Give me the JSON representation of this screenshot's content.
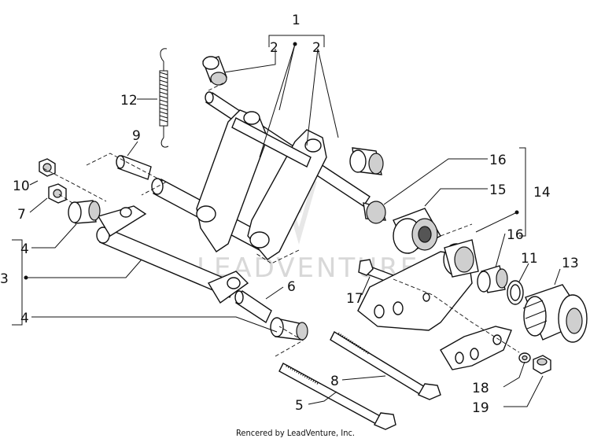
{
  "watermark": "LEADVENTURE",
  "credit": "Rencered by LeadVenture, Inc.",
  "callouts": {
    "c1": "1",
    "c2a": "2",
    "c2b": "2",
    "c3": "3",
    "c4a": "4",
    "c4b": "4",
    "c5": "5",
    "c6": "6",
    "c7": "7",
    "c8": "8",
    "c9": "9",
    "c10": "10",
    "c11": "11",
    "c12": "12",
    "c13": "13",
    "c14": "14",
    "c15": "15",
    "c16a": "16",
    "c16b": "16",
    "c17": "17",
    "c18": "18",
    "c19": "19"
  }
}
